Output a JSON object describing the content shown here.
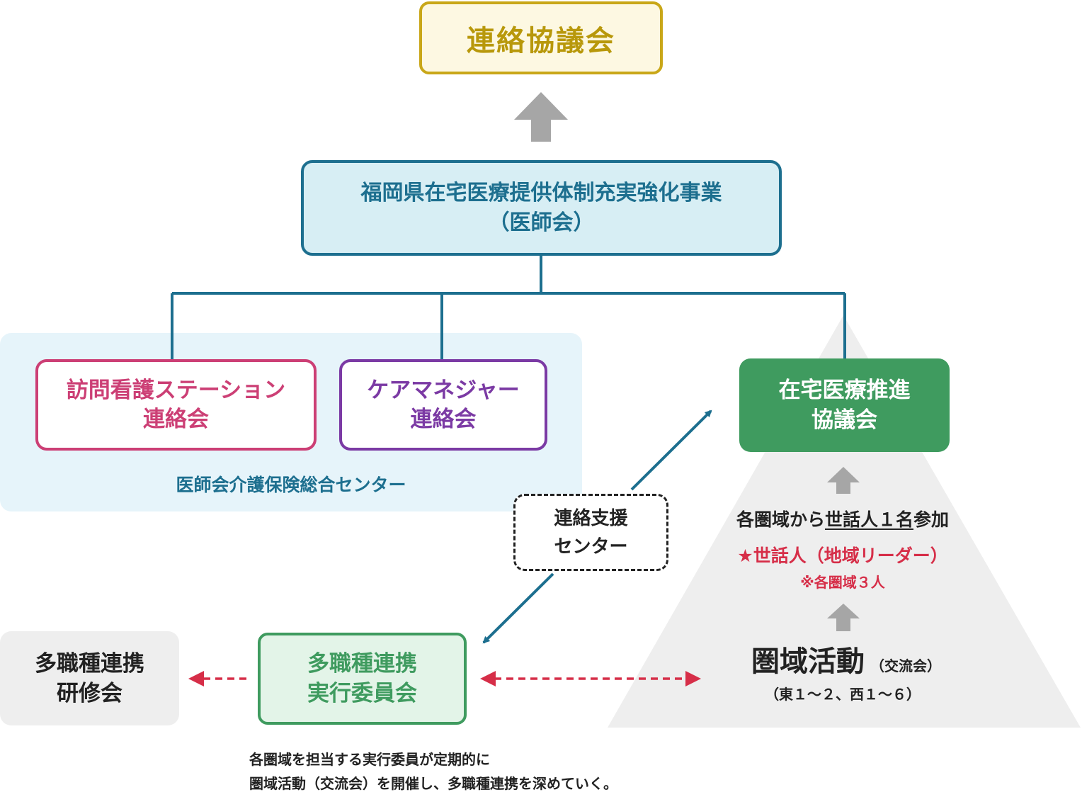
{
  "top_box": {
    "label": "連絡協議会"
  },
  "fukuoka_box": {
    "line1": "福岡県在宅医療提供体制充実強化事業",
    "line2": "（医師会）"
  },
  "houmon_box": {
    "line1": "訪問看護ステーション",
    "line2": "連絡会"
  },
  "care_box": {
    "line1": "ケアマネジャー",
    "line2": "連絡会"
  },
  "center_label": "医師会介護保険総合センター",
  "zaitaku_box": {
    "line1": "在宅医療推進",
    "line2": "協議会"
  },
  "renraku_box": {
    "line1": "連絡支援",
    "line2": "センター"
  },
  "kensyu_box": {
    "line1": "多職種連携",
    "line2": "研修会"
  },
  "jikkou_box": {
    "line1": "多職種連携",
    "line2": "実行委員会"
  },
  "pyramid": {
    "participation_prefix": "各圏域から",
    "participation_underlined": "世話人１名",
    "participation_suffix": "参加",
    "sewanin": "★世話人（地域リーダー）",
    "note": "※各圏域３人",
    "activity_title": "圏域活動",
    "activity_paren": "（交流会）",
    "activity_areas": "（東１～２、西１～６）"
  },
  "bottom_note": {
    "line1": "各圏域を担当する実行委員が定期的に",
    "line2": "圏域活動（交流会）を開催し、多職種連携を深めていく。"
  },
  "colors": {
    "gold": "#c9a718",
    "teal": "#1d6f8f",
    "pink": "#cc3f75",
    "purple": "#7b3aa4",
    "green": "#3f9b5f",
    "red": "#d62e48",
    "gray_arrow": "#a6a6a6",
    "light_blue_bg": "#e6f4fa",
    "pyramid_gray": "#eeeeee"
  }
}
